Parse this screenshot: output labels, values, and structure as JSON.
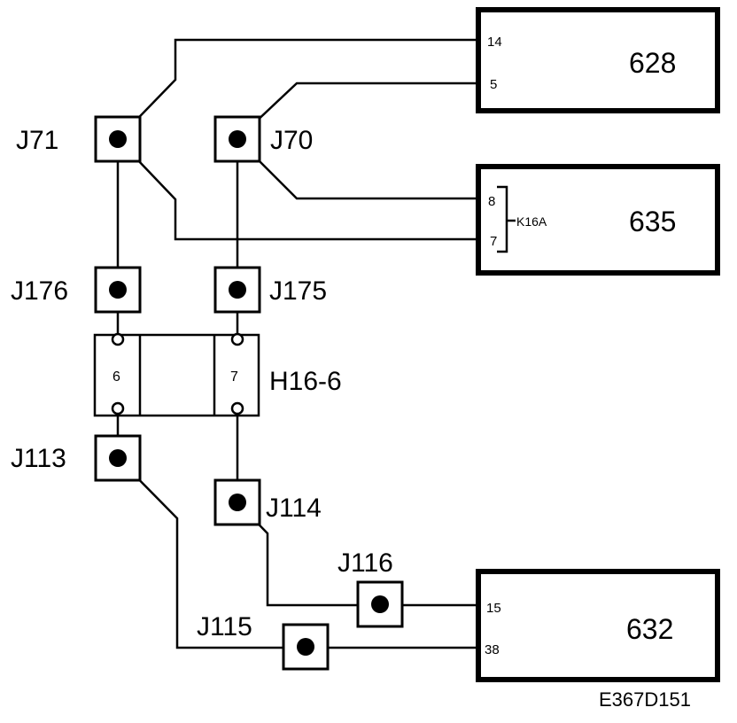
{
  "jumpers": {
    "j71": "J71",
    "j70": "J70",
    "j176": "J176",
    "j175": "J175",
    "j113": "J113",
    "j114": "J114",
    "j116": "J116",
    "j115": "J115"
  },
  "connector": {
    "label": "H16-6",
    "pin_left": "6",
    "pin_right": "7"
  },
  "modules": {
    "m628": {
      "label": "628",
      "pin_top": "14",
      "pin_bottom": "5"
    },
    "m635": {
      "label": "635",
      "pin_top": "8",
      "pin_bottom": "7",
      "relay": "K16A"
    },
    "m632": {
      "label": "632",
      "pin_top": "15",
      "pin_bottom": "38"
    }
  },
  "figure_code": "E367D151"
}
